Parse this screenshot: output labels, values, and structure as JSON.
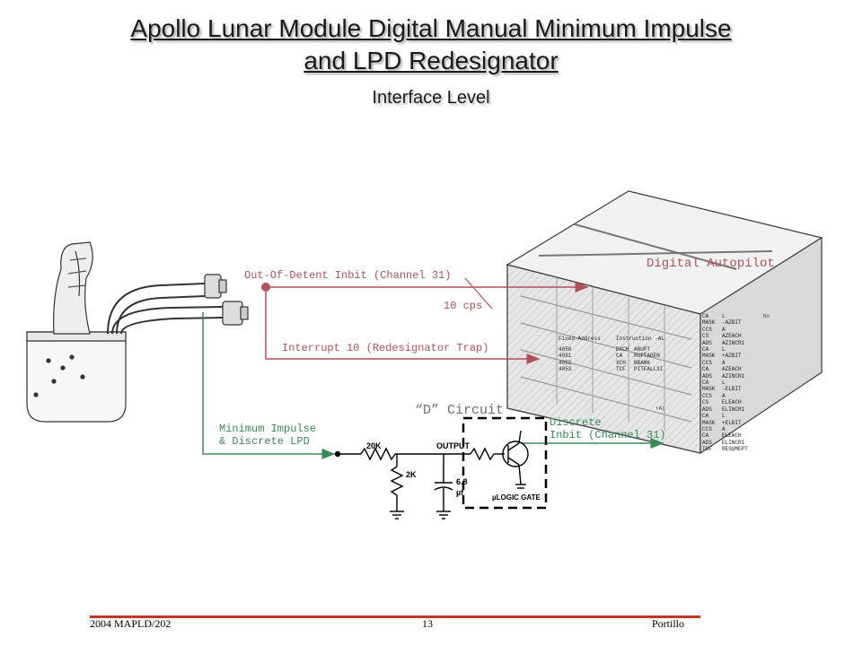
{
  "title": {
    "line1": "Apollo Lunar Module Digital Manual Minimum Impulse",
    "line2": "and LPD Redesignator",
    "subtitle": "Interface Level"
  },
  "labels": {
    "out_of_detent": "Out-Of-Detent Inbit (Channel 31)",
    "cps": "10 cps",
    "interrupt": "Interrupt 10 (Redesignator Trap)",
    "digital_autopilot": "Digital Autopilot",
    "d_circuit": "“D” Circuit",
    "discrete_line1": "Discrete",
    "discrete_line2": "Inbit (Channel 31)",
    "min_impulse_line1": "Minimum Impulse",
    "min_impulse_line2": "& Discrete LPD"
  },
  "circuit": {
    "r1": "20K",
    "r2": "2K",
    "output": "OUTPUT",
    "cap_value": "6.8",
    "cap_unit": "µf",
    "gate": "µLOGIC GATE"
  },
  "code_table": {
    "header_address": "Fixed-Address",
    "header_instruction": "Instruction -AL",
    "rows": [
      {
        "address": "4050",
        "op": "DXCH",
        "operand": "ARUPT"
      },
      {
        "address": "4051",
        "op": "CA",
        "operand": "RUPTAGEN"
      },
      {
        "address": "4052",
        "op": "XCH",
        "operand": "BBANK"
      },
      {
        "address": "4053",
        "op": "TCF",
        "operand": "PITFALLXI"
      }
    ]
  },
  "code_listing": [
    {
      "op": "CA",
      "arg": "L"
    },
    {
      "op": "MASK",
      "arg": "-AZBIT"
    },
    {
      "op": "CCS",
      "arg": "A"
    },
    {
      "op": "CS",
      "arg": "AZEACH"
    },
    {
      "op": "ADS",
      "arg": "AZINCR1"
    },
    {
      "op": "CA",
      "arg": "L"
    },
    {
      "op": "MASK",
      "arg": "+AZBIT"
    },
    {
      "op": "CCS",
      "arg": "A"
    },
    {
      "op": "CA",
      "arg": "AZEACH"
    },
    {
      "op": "ADS",
      "arg": "AZINCR1"
    },
    {
      "op": "CA",
      "arg": "L"
    },
    {
      "op": "MASK",
      "arg": "-ELBIT"
    },
    {
      "op": "CCS",
      "arg": "A"
    },
    {
      "op": "CS",
      "arg": "ELEACH"
    },
    {
      "op": "ADS",
      "arg": "ELINCR1"
    },
    {
      "op": "CA",
      "arg": "L"
    },
    {
      "op": "MASK",
      "arg": "+ELBIT"
    },
    {
      "op": "CCS",
      "arg": "A"
    },
    {
      "op": "CA",
      "arg": "ELEACH"
    },
    {
      "op": "ADS",
      "arg": "ELINCR1"
    },
    {
      "op": "TCF",
      "arg": "RESUMEPT"
    }
  ],
  "code_misc": {
    "no": "No",
    "al": "-AL",
    "tag": "+AL"
  },
  "footer": {
    "left": "2004 MAPLD/202",
    "center": "13",
    "right": "Portillo"
  },
  "colors": {
    "signal_red": "#b0505a",
    "signal_green": "#3a8a55",
    "footer_rule": "#c0392b"
  }
}
